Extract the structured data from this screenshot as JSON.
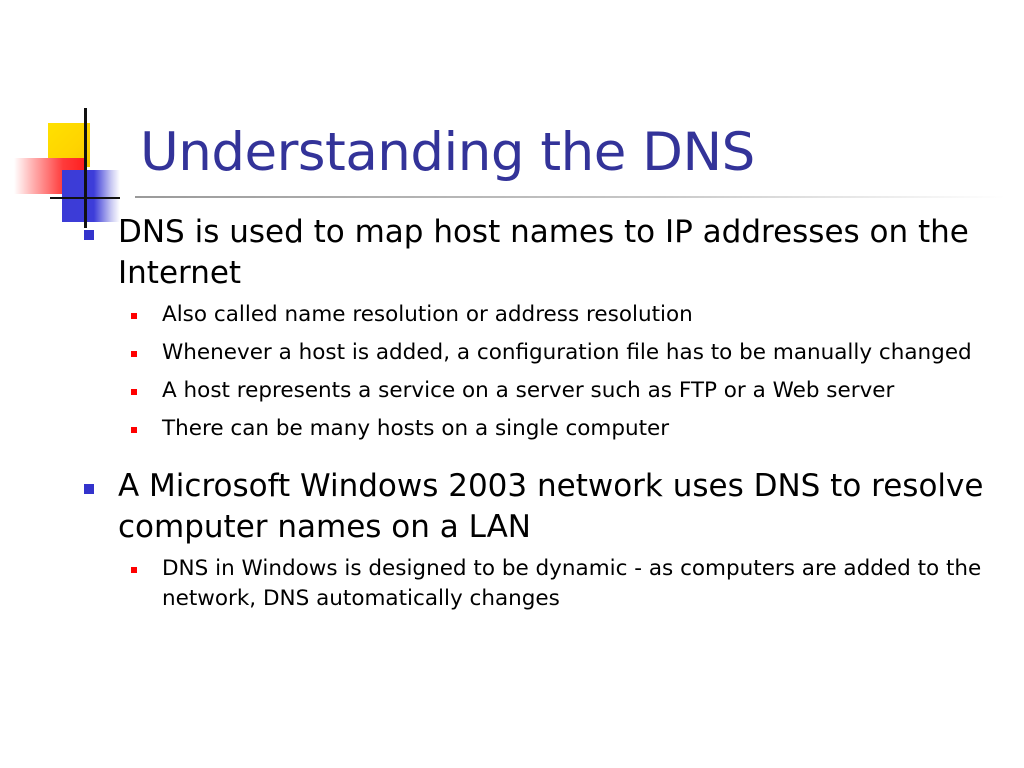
{
  "slide": {
    "title": "Understanding the DNS",
    "bullets": [
      {
        "text": "DNS is used to map host names to IP addresses on the Internet",
        "sub": [
          "Also called name resolution or address resolution",
          "Whenever a host is added, a configuration file has to be manually changed",
          "A host represents a service on a server such as FTP or a Web server",
          "There can be many hosts on a single computer"
        ]
      },
      {
        "text": "A Microsoft Windows 2003 network uses DNS to resolve computer names on a LAN",
        "sub": [
          "DNS in Windows is designed to be dynamic - as computers are added to the network, DNS automatically changes"
        ]
      }
    ]
  },
  "colors": {
    "title": "#333399",
    "level1_bullet": "#3333cc",
    "level2_bullet": "#ff0000",
    "text": "#000000"
  },
  "icons": {
    "logo": "colored-squares-logo",
    "level1_bullet": "square-bullet-icon",
    "level2_bullet": "small-square-bullet-icon"
  }
}
